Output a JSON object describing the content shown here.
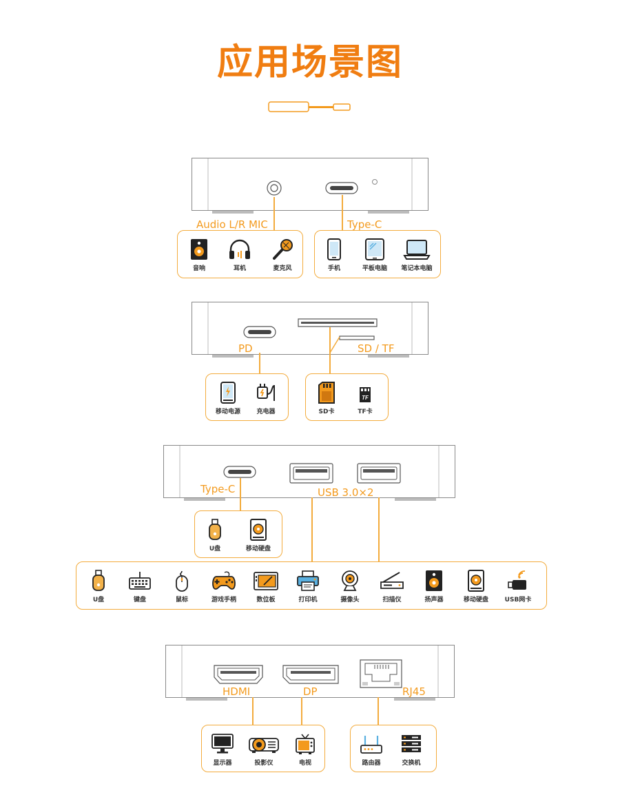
{
  "title": "应用场景图",
  "accent": "#f07d11",
  "panel1": {
    "labels": [
      "Audio L/R  MIC",
      "Type-C"
    ],
    "groups": [
      {
        "items": [
          {
            "icon": "speaker-icon",
            "label": "音响"
          },
          {
            "icon": "headphones-icon",
            "label": "耳机"
          },
          {
            "icon": "microphone-icon",
            "label": "麦克风"
          }
        ]
      },
      {
        "items": [
          {
            "icon": "phone-icon",
            "label": "手机"
          },
          {
            "icon": "tablet-icon",
            "label": "平板电脑"
          },
          {
            "icon": "laptop-icon",
            "label": "笔记本电脑"
          }
        ]
      }
    ]
  },
  "panel2": {
    "labels": [
      "PD",
      "SD / TF"
    ],
    "groups": [
      {
        "items": [
          {
            "icon": "power-bank-icon",
            "label": "移动电源"
          },
          {
            "icon": "charger-icon",
            "label": "充电器"
          }
        ]
      },
      {
        "items": [
          {
            "icon": "sd-card-icon",
            "label": "SD卡"
          },
          {
            "icon": "tf-card-icon",
            "label": "TF卡"
          }
        ]
      }
    ]
  },
  "panel3": {
    "labels": [
      "Type-C",
      "USB 3.0×2"
    ],
    "groups": [
      {
        "items": [
          {
            "icon": "usb-drive-icon",
            "label": "U盘"
          },
          {
            "icon": "hard-drive-icon",
            "label": "移动硬盘"
          }
        ]
      },
      {
        "items": [
          {
            "icon": "usb-drive-icon",
            "label": "U盘"
          },
          {
            "icon": "keyboard-icon",
            "label": "键盘"
          },
          {
            "icon": "mouse-icon",
            "label": "鼠标"
          },
          {
            "icon": "gamepad-icon",
            "label": "游戏手柄"
          },
          {
            "icon": "drawing-tablet-icon",
            "label": "数位板"
          },
          {
            "icon": "printer-icon",
            "label": "打印机"
          },
          {
            "icon": "webcam-icon",
            "label": "摄像头"
          },
          {
            "icon": "scanner-icon",
            "label": "扫描仪"
          },
          {
            "icon": "speaker-icon",
            "label": "扬声器"
          },
          {
            "icon": "hard-drive-icon",
            "label": "移动硬盘"
          },
          {
            "icon": "usb-wifi-icon",
            "label": "USB网卡"
          }
        ]
      }
    ]
  },
  "panel4": {
    "labels": [
      "HDMI",
      "DP",
      "RJ45"
    ],
    "groups": [
      {
        "items": [
          {
            "icon": "monitor-icon",
            "label": "显示器"
          },
          {
            "icon": "projector-icon",
            "label": "投影仪"
          },
          {
            "icon": "tv-icon",
            "label": "电视"
          }
        ]
      },
      {
        "items": [
          {
            "icon": "router-icon",
            "label": "路由器"
          },
          {
            "icon": "switch-icon",
            "label": "交换机"
          }
        ]
      }
    ]
  }
}
